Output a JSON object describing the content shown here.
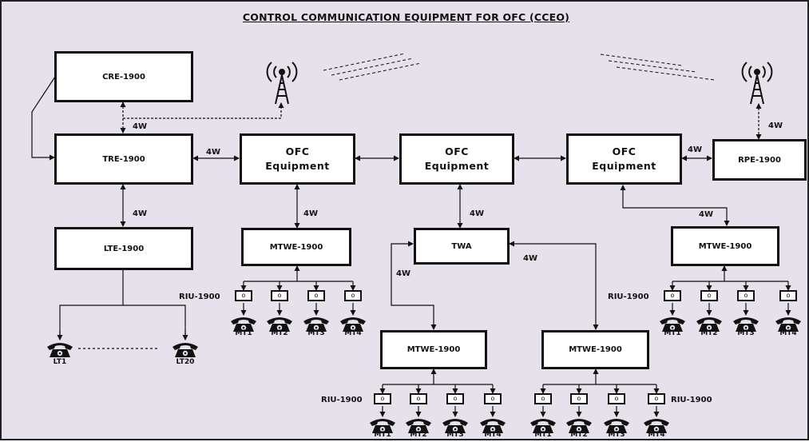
{
  "title": "CONTROL COMMUNICATION EQUIPMENT FOR OFC  (CCEO)",
  "boxes": {
    "cre": "CRE-1900",
    "tre": "TRE-1900",
    "lte": "LTE-1900",
    "ofc1": "OFC\nEquipment",
    "ofc2": "OFC\nEquipment",
    "ofc3": "OFC\nEquipment",
    "rpe": "RPE-1900",
    "mtwe_left": "MTWE-1900",
    "twa": "TWA",
    "mtwe_right": "MTWE-1900",
    "mtwe_bl": "MTWE-1900",
    "mtwe_br": "MTWE-1900"
  },
  "link_labels": {
    "cre_tre": "4W",
    "tre_ofc": "4W",
    "tre_lte": "4W",
    "ofc1_mtwe": "4W",
    "ofc2_twa": "4W",
    "twa_left": "4W",
    "twa_right": "4W",
    "ofc3_mtwe": "4W",
    "ofc3_rpe": "4W",
    "rpe_tower": "4W"
  },
  "riu_labels": {
    "left": "RIU-1900",
    "right": "RIU-1900",
    "bottom_left": "RIU-1900",
    "bottom_right": "RIU-1900"
  },
  "riu_glyph": "o",
  "mt_labels": [
    "MT1",
    "MT2",
    "MT3",
    "MT4"
  ],
  "lt_labels": {
    "first": "LT1",
    "last": "LT20"
  },
  "icons": {
    "tower": "radio-tower-icon",
    "phone": "telephone-icon"
  },
  "colors": {
    "background": "#e6e1ea",
    "line": "#111111",
    "box": "#ffffff"
  }
}
